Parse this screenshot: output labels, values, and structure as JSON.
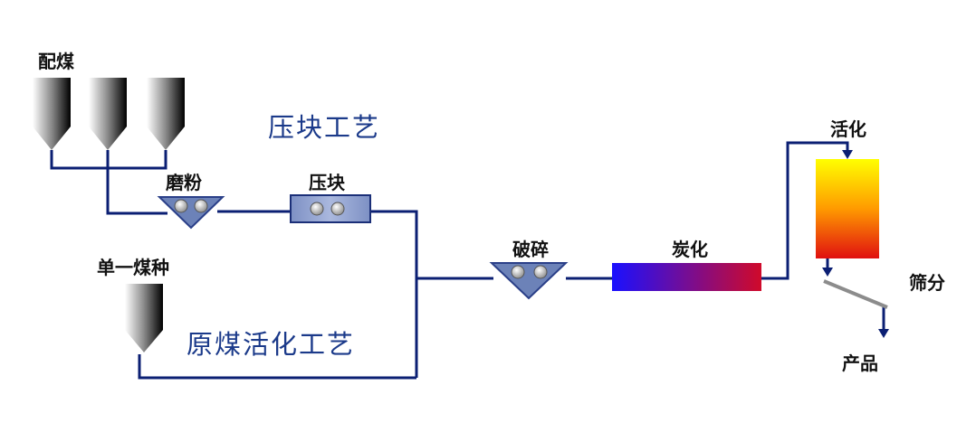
{
  "labels": {
    "coal_blending": "配煤",
    "grinding": "磨粉",
    "briquetting": "压块",
    "single_coal": "单一煤种",
    "crushing": "破碎",
    "carbonization": "炭化",
    "activation": "活化",
    "screening": "筛分",
    "product": "产品"
  },
  "titles": {
    "briquette_process": "压块工艺",
    "raw_coal_process": "原煤活化工艺"
  },
  "colors": {
    "pipe": "#0b1f73",
    "title_text": "#1b3a8a",
    "mill_fill": "#6c82b8",
    "kiln_start": "#1a10ff",
    "kiln_end": "#d00a2a",
    "activator_top": "#ffff00",
    "activator_bottom": "#e01010"
  }
}
